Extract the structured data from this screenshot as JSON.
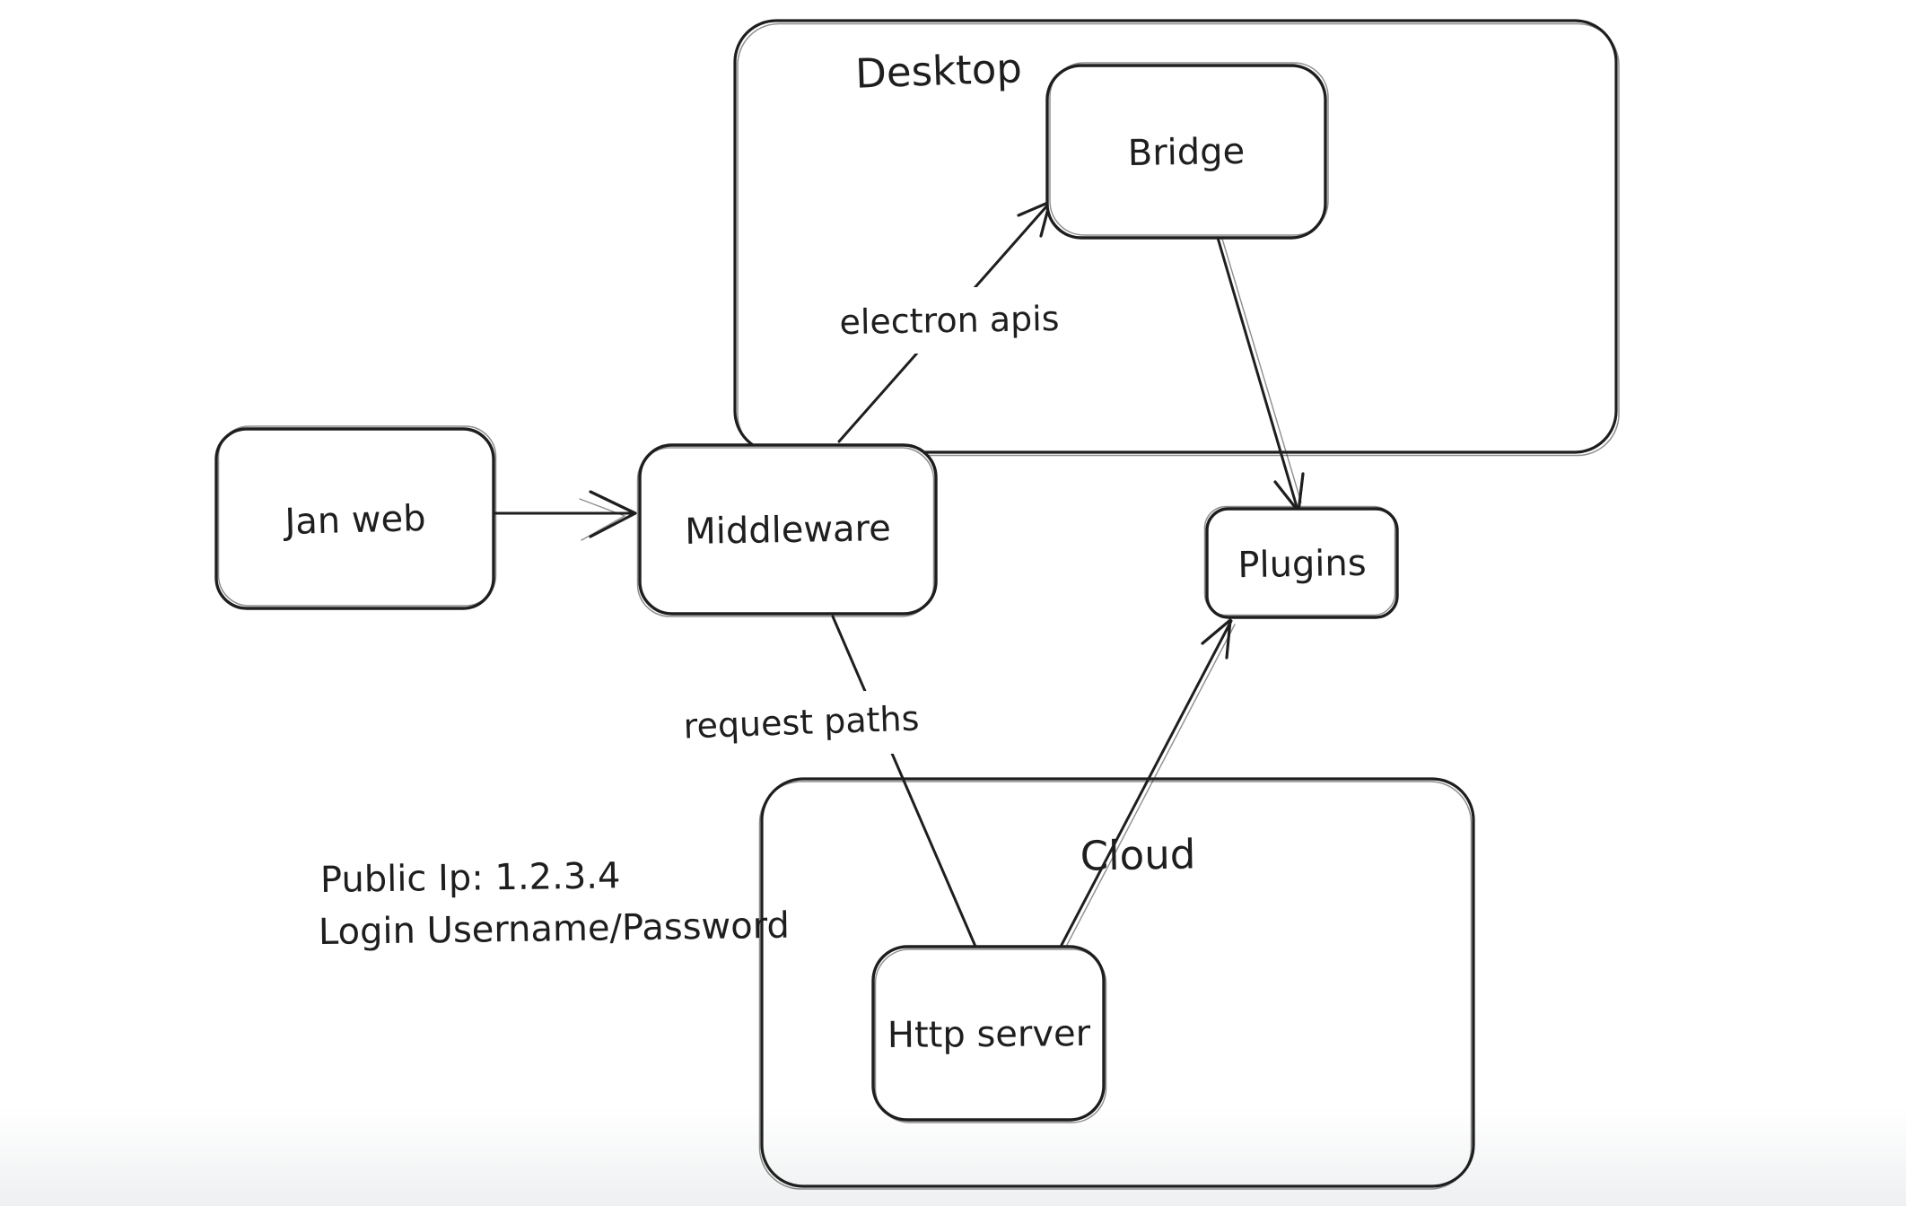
{
  "diagram": {
    "background_color": "#ffffff",
    "stroke_color": "#1e1e1e",
    "containers": [
      {
        "id": "desktop",
        "label": "Desktop"
      },
      {
        "id": "cloud",
        "label": "Cloud"
      }
    ],
    "nodes": [
      {
        "id": "jan-web",
        "label": "Jan web"
      },
      {
        "id": "middleware",
        "label": "Middleware"
      },
      {
        "id": "bridge",
        "label": "Bridge"
      },
      {
        "id": "plugins",
        "label": "Plugins"
      },
      {
        "id": "http-server",
        "label": "Http server"
      }
    ],
    "edges": [
      {
        "id": "jan-web-to-middleware",
        "from": "jan-web",
        "to": "middleware",
        "label": ""
      },
      {
        "id": "middleware-to-bridge",
        "from": "middleware",
        "to": "bridge",
        "label": "electron apis"
      },
      {
        "id": "bridge-to-plugins",
        "from": "bridge",
        "to": "plugins",
        "label": ""
      },
      {
        "id": "middleware-to-http-server",
        "from": "middleware",
        "to": "http-server",
        "label": "request paths"
      },
      {
        "id": "http-server-to-plugins",
        "from": "http-server",
        "to": "plugins",
        "label": ""
      }
    ],
    "annotations": [
      {
        "id": "public-ip-note",
        "text": "Public Ip: 1.2.3.4"
      },
      {
        "id": "login-note",
        "text": "Login Username/Password"
      }
    ]
  }
}
